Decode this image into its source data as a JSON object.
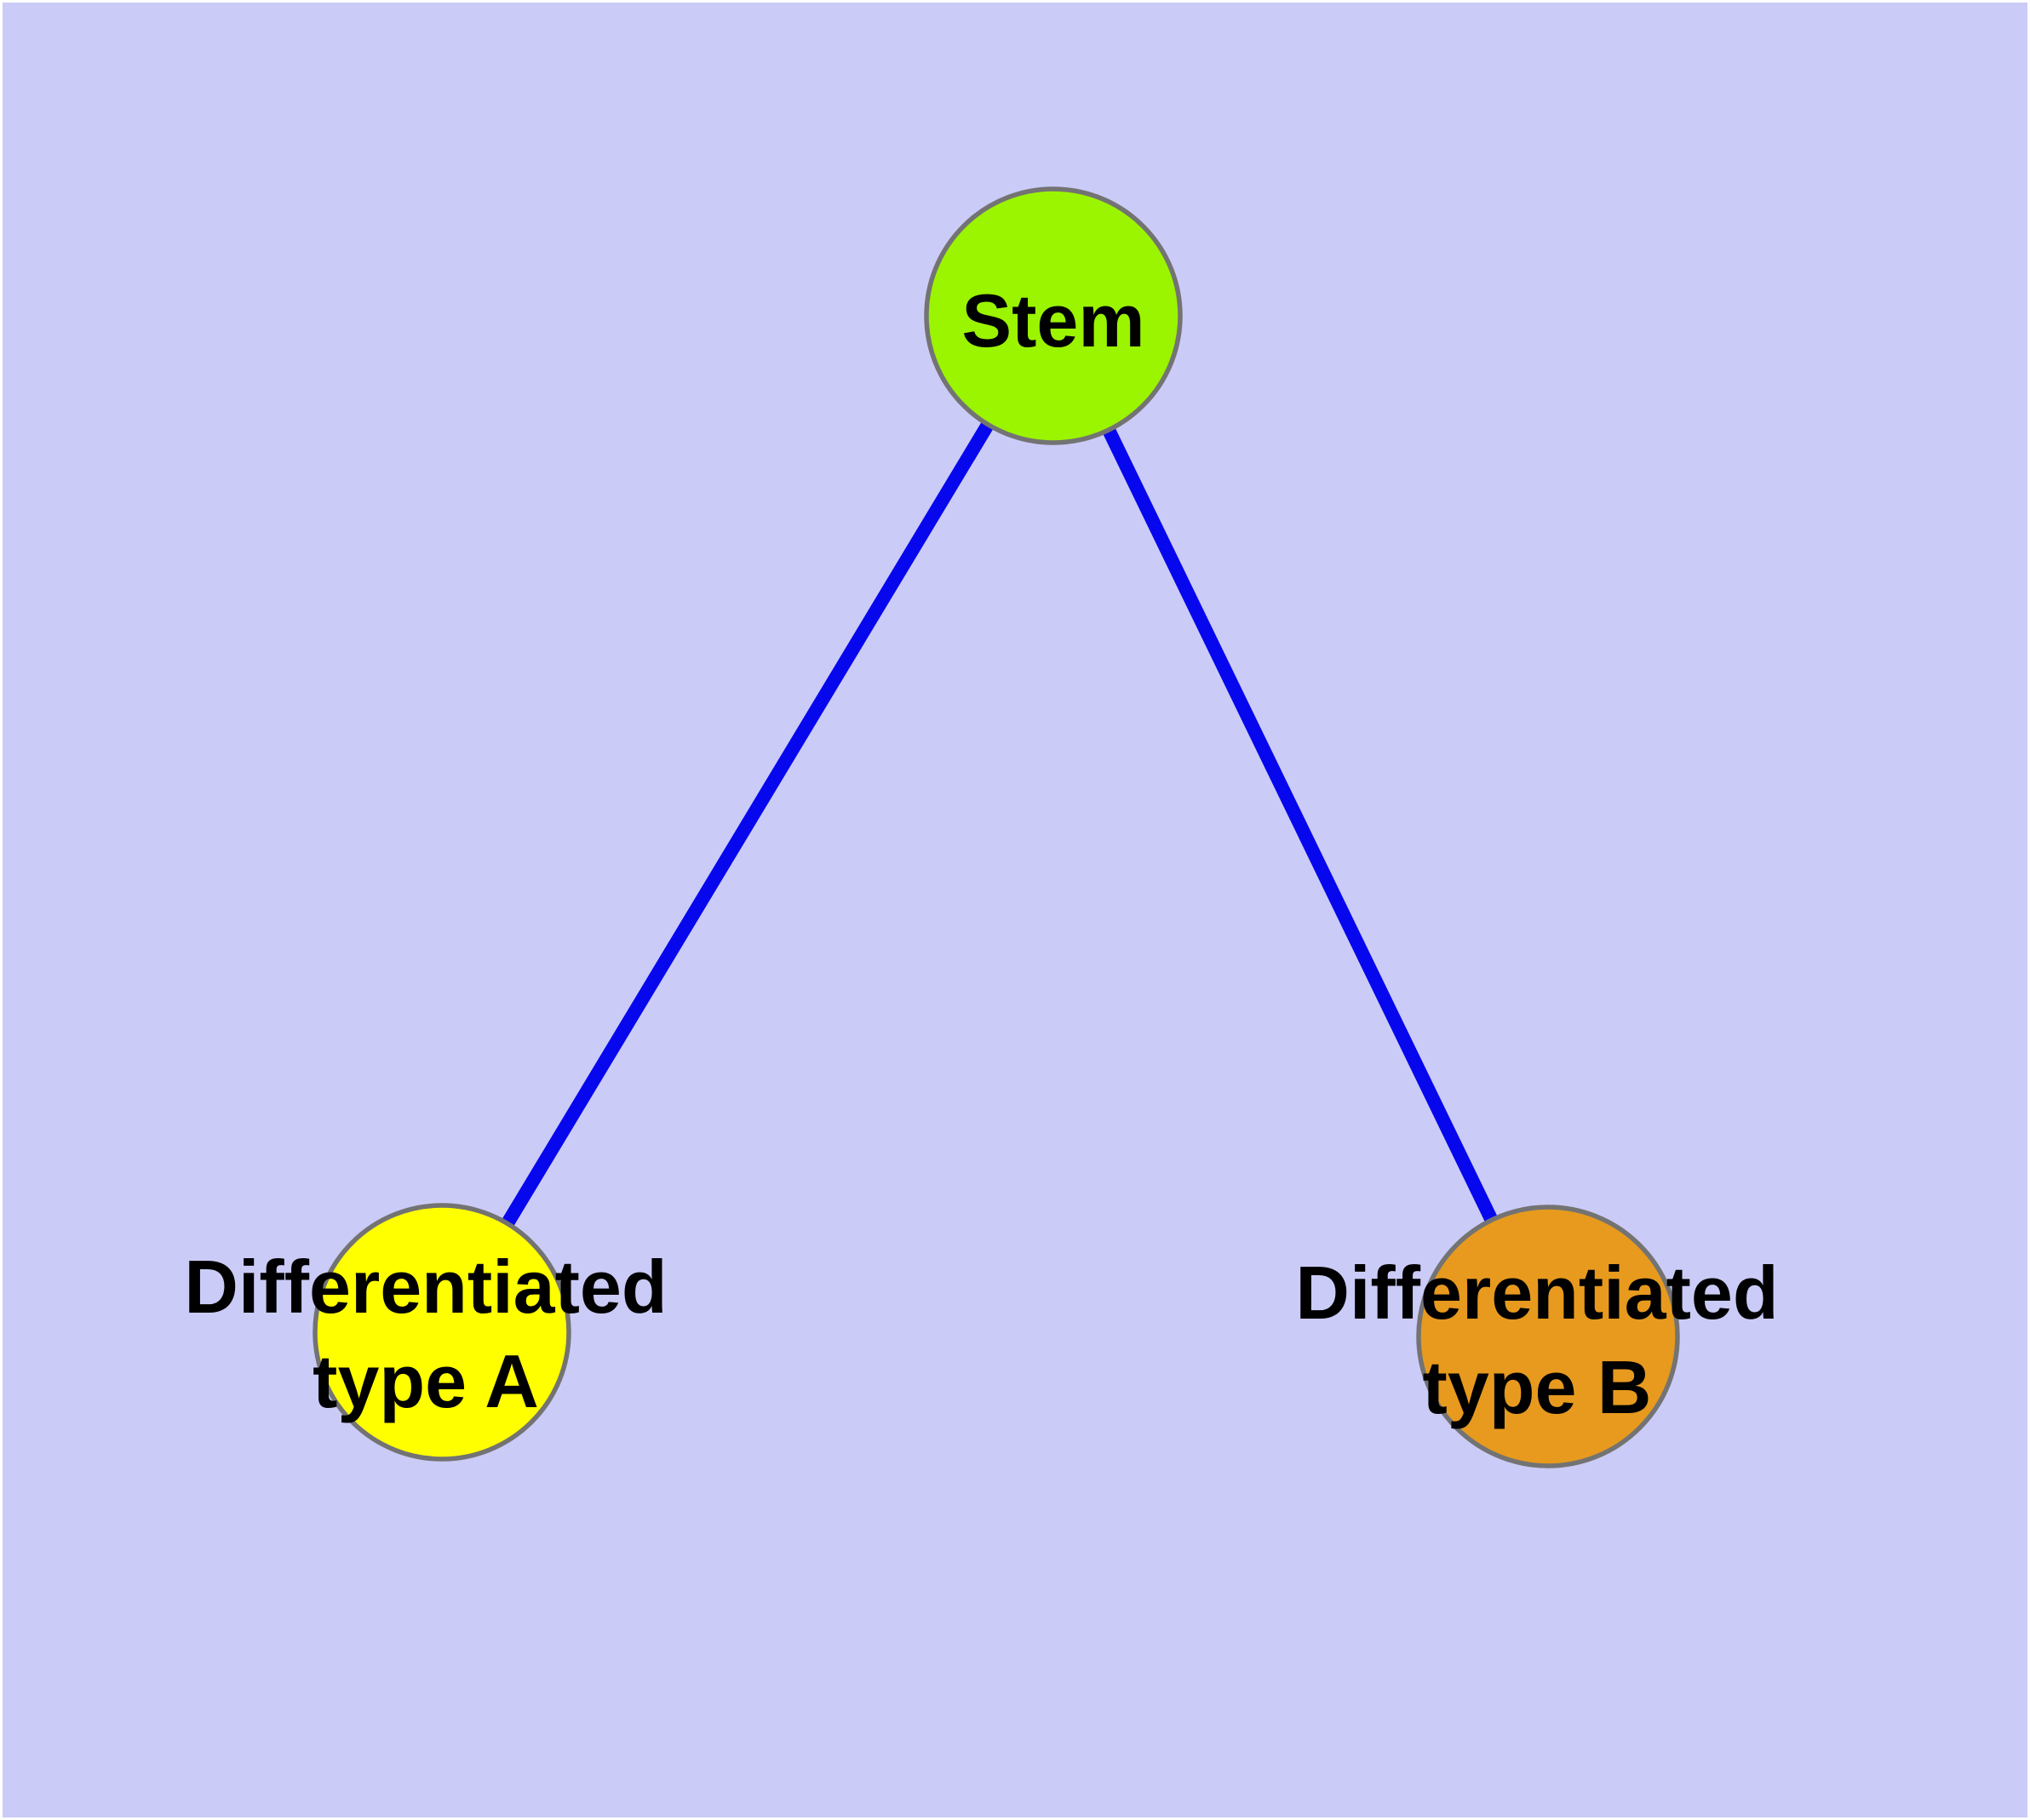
{
  "diagram": {
    "type": "graph",
    "description": "Cell differentiation lineage graph: a stem node with two differentiated child nodes",
    "colors": {
      "background": "#CBCBF7",
      "edge": "#0707EE",
      "node_border": "#737373",
      "text": "#000000",
      "frame": "#FFFFFF"
    },
    "nodes": [
      {
        "id": "stem",
        "label_lines": [
          "Stem"
        ],
        "color": "#9BF400"
      },
      {
        "id": "type-a",
        "label_lines": [
          "Differentiated",
          "type A"
        ],
        "color": "#FFFF00"
      },
      {
        "id": "type-b",
        "label_lines": [
          "Differentiated",
          "type B"
        ],
        "color": "#E79A1E"
      }
    ],
    "edges": [
      {
        "from": "stem",
        "to": "type-a"
      },
      {
        "from": "stem",
        "to": "type-b"
      }
    ]
  }
}
